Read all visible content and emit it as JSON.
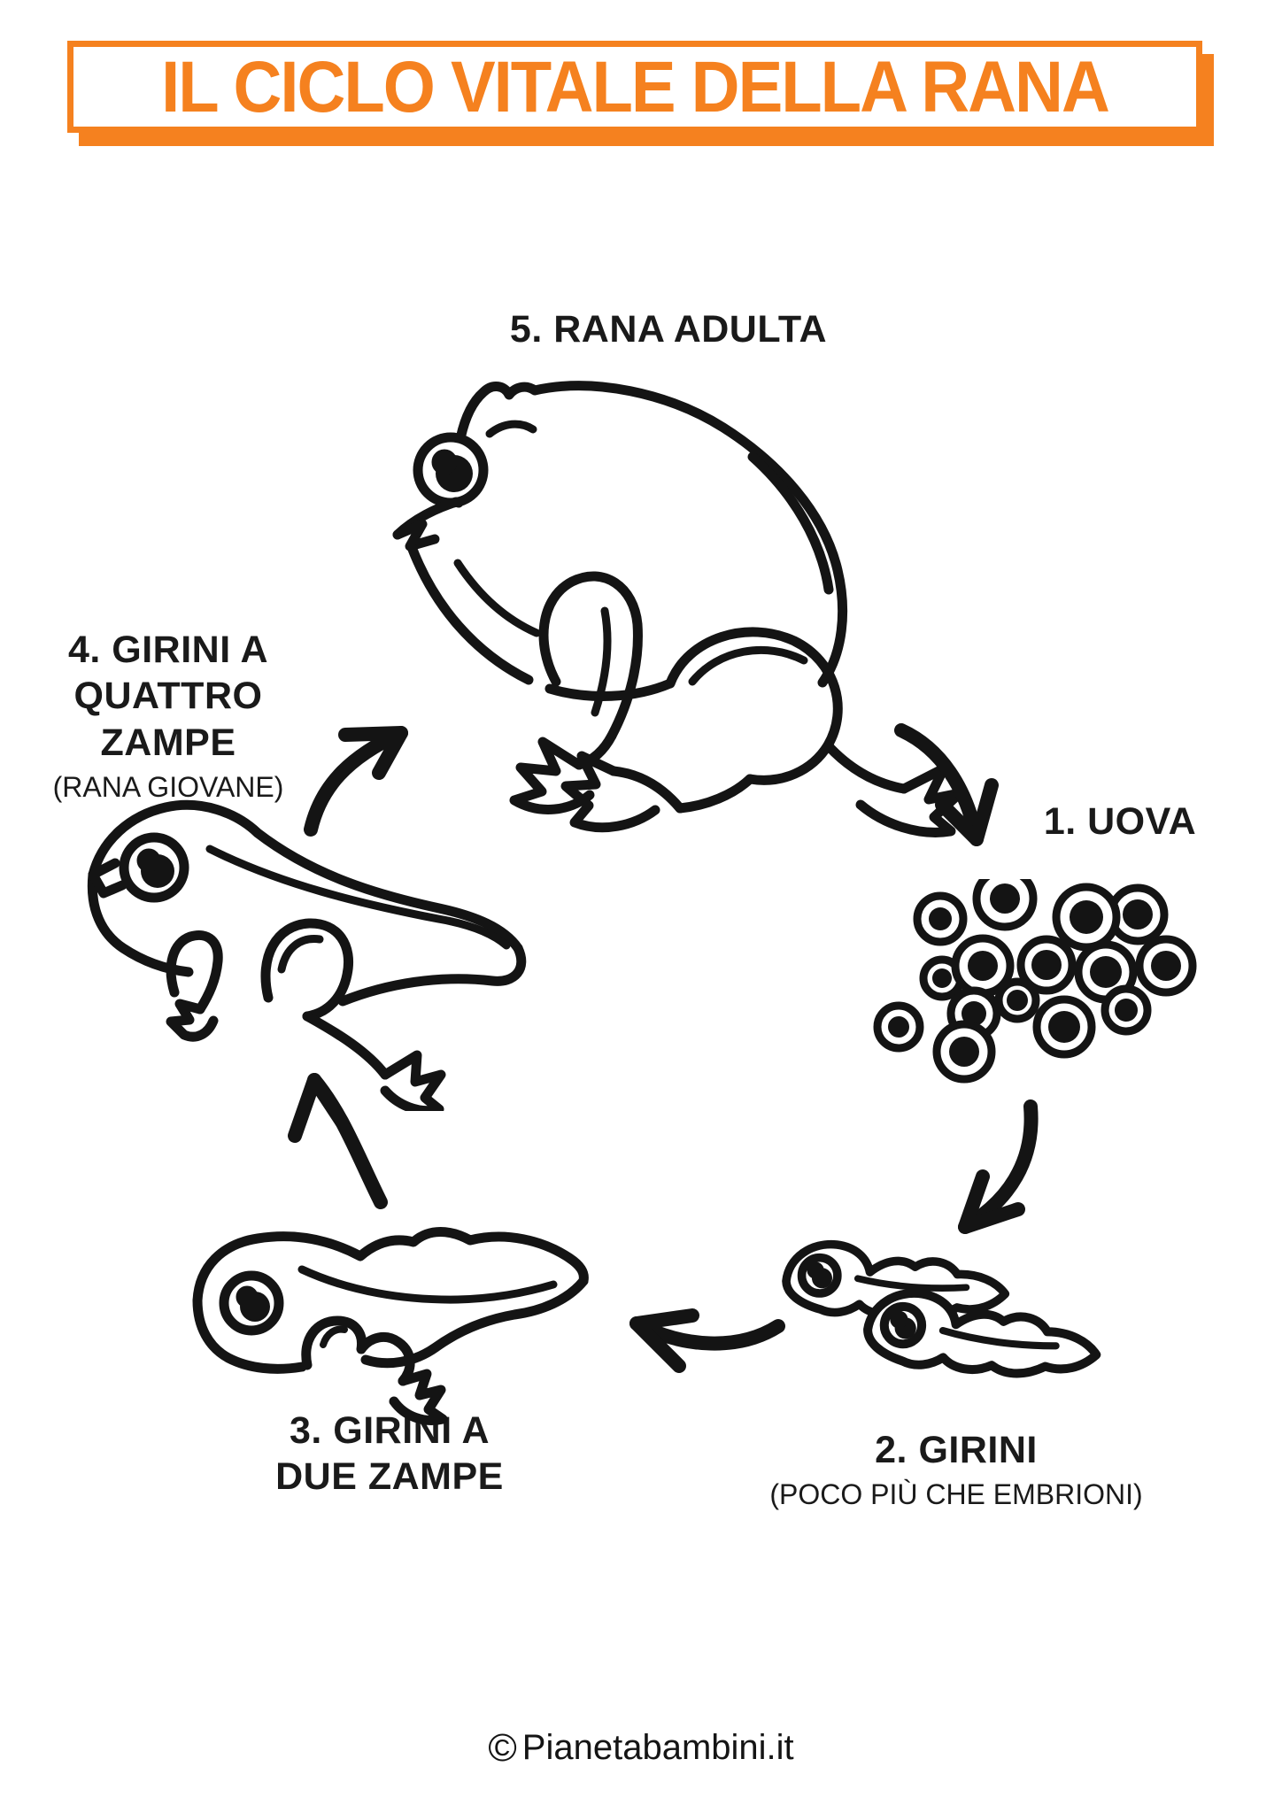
{
  "title": "IL CICLO VITALE DELLA RANA",
  "colors": {
    "accent": "#F5811F",
    "ink": "#1A1A1A"
  },
  "stages": {
    "rana_adulta": {
      "label": "5. RANA ADULTA"
    },
    "uova": {
      "label": "1. UOVA"
    },
    "girini": {
      "label": "2. GIRINI",
      "sublabel": "(POCO PIÙ CHE EMBRIONI)"
    },
    "girini_due_zampe": {
      "label": "3. GIRINI A DUE ZAMPE"
    },
    "girini_quattro_zampe": {
      "label": "4. GIRINI A QUATTRO ZAMPE",
      "sublabel": "(RANA GIOVANE)"
    }
  },
  "footer": {
    "copyright_symbol": "©",
    "site_name": "Pianetabambini.it"
  }
}
